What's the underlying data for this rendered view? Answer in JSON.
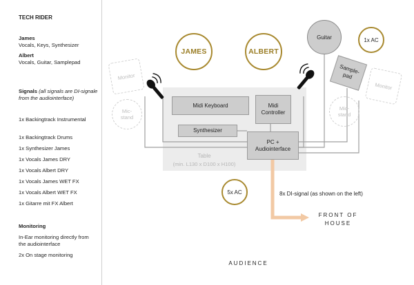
{
  "sidebar": {
    "title": "TECH RIDER",
    "james": {
      "name": "James",
      "roles": "Vocals, Keys, Synthesizer"
    },
    "albert": {
      "name": "Albert",
      "roles": "Vocals, Guitar, Samplepad"
    },
    "signals": {
      "heading": "Signals",
      "note": "(all signals are DI-signale from the audiointerface)",
      "items": [
        "1x Backingtrack Instrumental",
        "1x Backingtrack Drums",
        "1x Synthesizer James",
        "1x Vocals James DRY",
        "1x Vocals Albert DRY",
        "1x Vocals James WET FX",
        "1x Vocals Albert WET FX",
        "1x Gitarre mit FX Albert"
      ]
    },
    "monitoring": {
      "heading": "Monitoring",
      "items": [
        "In-Ear monitoring directly from the audiointerface",
        "2x On stage monitoring"
      ]
    }
  },
  "stage": {
    "james": "JAMES",
    "albert": "ALBERT",
    "guitar": "Guitar",
    "ac_1": "1x AC",
    "ac_5": "5x AC",
    "samplepad": "Sample-\npad",
    "monitor": "Monitor",
    "micstand": "Mic-\nstand",
    "midi_keyboard": "Midi Keyboard",
    "midi_controller": "Midi\nController",
    "synthesizer": "Synthesizer",
    "pc": "PC +\nAudiointerface",
    "table": "Table",
    "table_dims": "(min. L130 x D100 x H100)",
    "di_signal": "8x DI-signal (as shown on the left)",
    "front_of_house": "FRONT OF\nHOUSE",
    "audience": "AUDIENCE"
  },
  "colors": {
    "gold": "#a8892f",
    "device": "#cdcdcd",
    "cable": "#9e9e9e",
    "orange_arrow": "#f2c9a4"
  }
}
